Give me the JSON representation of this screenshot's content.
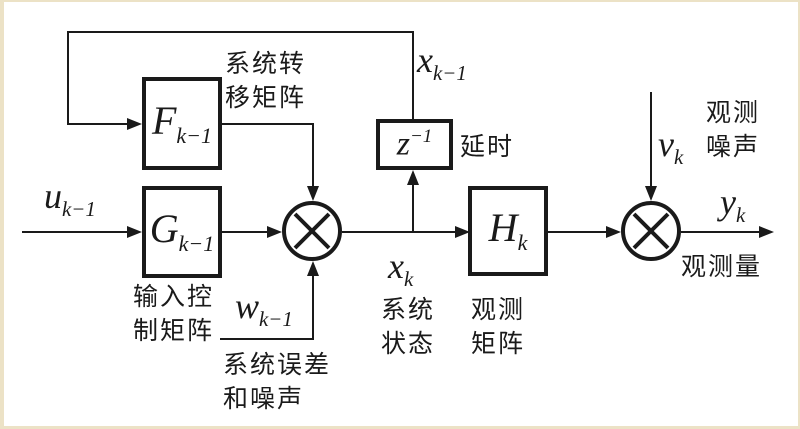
{
  "colors": {
    "ink": "#1a1a1a",
    "background": "#ffffff",
    "frame": "#ece2c6"
  },
  "blocks": {
    "transition": {
      "symbol": "F",
      "sub": "k−1"
    },
    "input_control": {
      "symbol": "G",
      "sub": "k−1"
    },
    "delay": {
      "symbol": "z",
      "sup": "−1"
    },
    "observation": {
      "symbol": "H",
      "sub": "k"
    }
  },
  "signals": {
    "u": {
      "symbol": "u",
      "sub": "k−1"
    },
    "x_prev": {
      "symbol": "x",
      "sub": "k−1"
    },
    "x": {
      "symbol": "x",
      "sub": "k"
    },
    "w": {
      "symbol": "w",
      "sub": "k−1"
    },
    "v": {
      "symbol": "v",
      "sub": "k"
    },
    "y": {
      "symbol": "y",
      "sub": "k"
    }
  },
  "captions": {
    "transition_matrix": [
      "系统转",
      "移矩阵"
    ],
    "delay": "延时",
    "observation_noise": [
      "观测",
      "噪声"
    ],
    "input_control_matrix": [
      "输入控",
      "制矩阵"
    ],
    "system_error_noise": [
      "系统误差",
      "和噪声"
    ],
    "system_state": [
      "系统",
      "状态"
    ],
    "observation_matrix": [
      "观测",
      "矩阵"
    ],
    "observation_output": "观测量"
  }
}
